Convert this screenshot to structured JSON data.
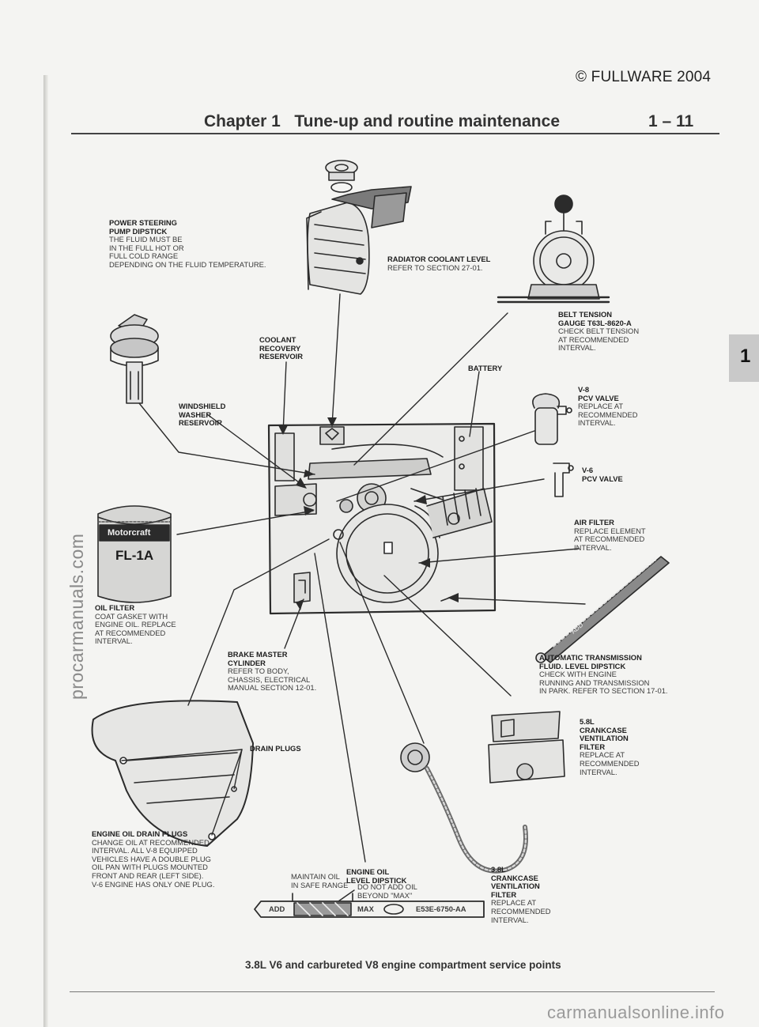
{
  "header": {
    "copyright": "© FULLWARE 2004",
    "chapter": "Chapter 1   Tune-up and routine maintenance",
    "page": "1 – 11"
  },
  "tab": {
    "label": "1"
  },
  "watermarks": {
    "left": "procarmanuals.com",
    "bottom": "carmanualsonline.info"
  },
  "caption": "3.8L V6 and carbureted V8 engine compartment service points",
  "labels": {
    "power_steering": {
      "title": "POWER STEERING\nPUMP DIPSTICK",
      "text": "THE FLUID MUST BE\nIN THE FULL HOT OR\nFULL COLD RANGE\nDEPENDING ON THE FLUID TEMPERATURE."
    },
    "radiator": {
      "title": "RADIATOR COOLANT LEVEL",
      "text": "REFER TO SECTION 27-01."
    },
    "belt_tension": {
      "title": "BELT TENSION\nGAUGE T63L-8620-A",
      "text": "CHECK BELT TENSION\nAT RECOMMENDED\nINTERVAL."
    },
    "coolant_recovery": {
      "title": "COOLANT\nRECOVERY\nRESERVOIR",
      "text": ""
    },
    "battery": {
      "title": "BATTERY",
      "text": ""
    },
    "windshield": {
      "title": "WINDSHIELD\nWASHER\nRESERVOIR",
      "text": ""
    },
    "pcv_v8": {
      "title": "V-8\nPCV VALVE",
      "text": "REPLACE AT\nRECOMMENDED\nINTERVAL."
    },
    "pcv_v6": {
      "title": "V-6\nPCV VALVE",
      "text": ""
    },
    "air_filter": {
      "title": "AIR FILTER",
      "text": "REPLACE ELEMENT\nAT RECOMMENDED\nINTERVAL."
    },
    "oil_filter": {
      "title": "OIL FILTER",
      "text": "COAT GASKET WITH\nENGINE OIL. REPLACE\nAT RECOMMENDED\nINTERVAL."
    },
    "brake_master": {
      "title": "BRAKE MASTER\nCYLINDER",
      "text": "REFER TO BODY,\nCHASSIS, ELECTRICAL\nMANUAL SECTION 12-01."
    },
    "atf_dipstick": {
      "title": "AUTOMATIC TRANSMISSION\nFLUID. LEVEL DIPSTICK",
      "text": "CHECK WITH ENGINE\nRUNNING AND TRANSMISSION\nIN PARK. REFER TO SECTION 17-01."
    },
    "drain_plugs": {
      "title": "DRAIN PLUGS",
      "text": ""
    },
    "crankcase_58": {
      "title": "5.8L\nCRANKCASE\nVENTILATION\nFILTER",
      "text": "REPLACE AT\nRECOMMENDED\nINTERVAL."
    },
    "oil_drain_plugs": {
      "title": "ENGINE OIL DRAIN PLUGS",
      "text": "CHANGE OIL AT RECOMMENDED\nINTERVAL. ALL V-8 EQUIPPED\nVEHICLES HAVE A DOUBLE PLUG\nOIL PAN WITH PLUGS MOUNTED\nFRONT AND REAR (LEFT SIDE).\nV-6 ENGINE HAS ONLY ONE PLUG."
    },
    "oil_dipstick": {
      "title": "ENGINE OIL\nLEVEL DIPSTICK",
      "text": ""
    },
    "maintain_oil": {
      "title": "",
      "text": "MAINTAIN OIL\nIN SAFE RANGE"
    },
    "do_not_add": {
      "title": "",
      "text": "DO NOT ADD OIL\nBEYOND \"MAX\""
    },
    "crankcase_38": {
      "title": "3.8L\nCRANKCASE\nVENTILATION\nFILTER",
      "text": "REPLACE AT\nRECOMMENDED\nINTERVAL."
    }
  },
  "part_markings": {
    "filter_brand": "Motorcraft",
    "filter_model": "FL-1A",
    "dipstick_add": "ADD",
    "dipstick_max": "MAX",
    "dipstick_part": "E53E-6750-AA",
    "atf_add": "ADD",
    "atf_warning": "Don't add"
  }
}
